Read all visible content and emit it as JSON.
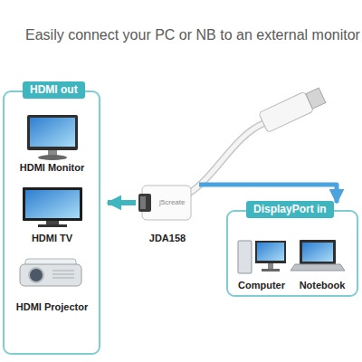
{
  "diagram": {
    "title": "Easily connect your PC or NB to an external monitor",
    "nodes": [
      {
        "text": [
          "HDMI out"
        ]
      },
      {
        "text": [
          "HDMI Monitor"
        ],
        "in": 0
      },
      {
        "text": [
          "HDMI TV"
        ],
        "in": 0
      },
      {
        "text": [
          "HDMI Projector"
        ],
        "in": 0
      },
      {
        "text": [
          "JDA158"
        ]
      },
      {
        "text": [
          "DisplayPort in"
        ]
      },
      {
        "text": [
          "Computer"
        ],
        "in": 5
      },
      {
        "text": [
          "Notebook"
        ],
        "in": 5
      }
    ],
    "edges": [
      {
        "from": 4,
        "to": 0,
        "arrow": "to"
      },
      {
        "from": 4,
        "to": 5,
        "arrow": "to"
      }
    ],
    "labels": [
      "j5create"
    ]
  }
}
